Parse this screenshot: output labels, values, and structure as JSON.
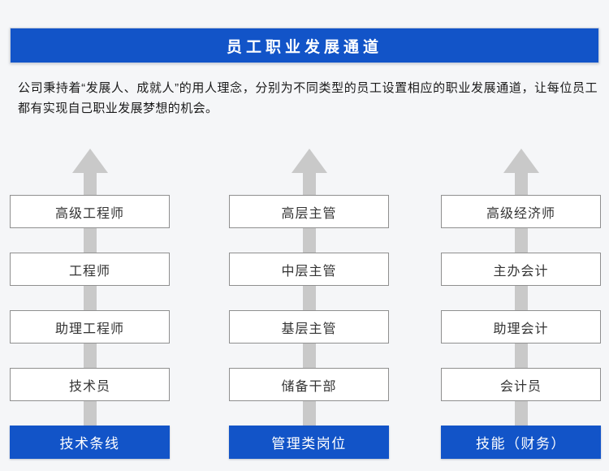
{
  "header": {
    "title": "员工职业发展通道"
  },
  "intro": {
    "text": "公司秉持着“发展人、成就人”的用人理念，分别为不同类型的员工设置相应的职业发展通道，让每位员工都有实现自己职业发展梦想的机会。"
  },
  "channels": [
    {
      "name": "技术条线",
      "levels_top_down": [
        "高级工程师",
        "工程师",
        "助理工程师",
        "技术员"
      ]
    },
    {
      "name": "管理类岗位",
      "levels_top_down": [
        "高层主管",
        "中层主管",
        "基层主管",
        "储备干部"
      ]
    },
    {
      "name": "技能（财务）",
      "levels_top_down": [
        "高级经济师",
        "主办会计",
        "助理会计",
        "会计员"
      ]
    }
  ],
  "icons": {
    "channel_direction": "up-arrow"
  },
  "colors": {
    "primary_blue": "#1254c8",
    "arrow_gray": "#c9c9c9",
    "box_border": "#8f8f8f",
    "background": "#f5f6f8",
    "text_dark": "#1a1a1a"
  }
}
